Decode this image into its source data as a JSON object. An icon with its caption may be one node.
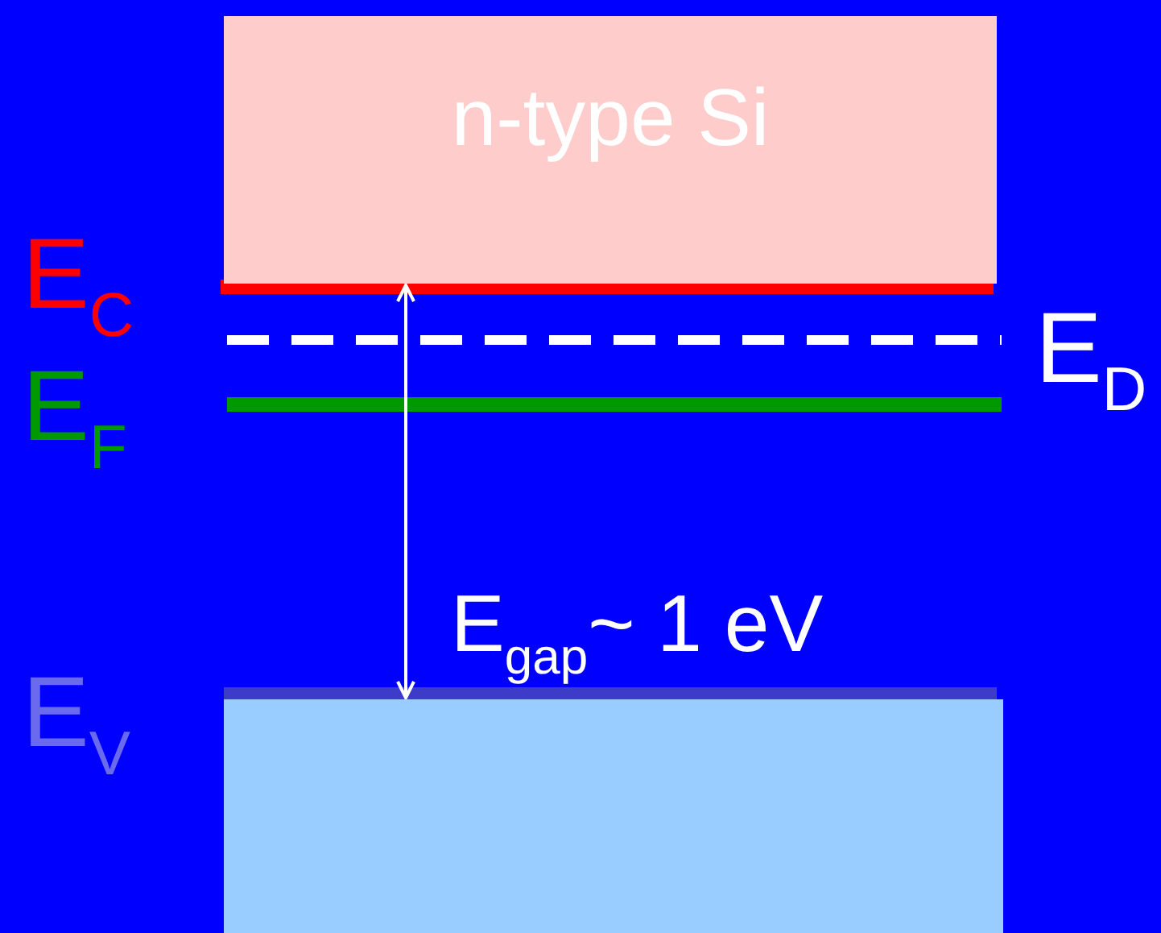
{
  "diagram": {
    "nodes": [
      {
        "text": [
          "n-type Si"
        ]
      },
      {
        "text": [],
        "shape": "box"
      }
    ],
    "edges": [
      {
        "from": 0,
        "to": 1,
        "arrow": "both"
      }
    ],
    "labels": [
      "E$_{C}$",
      "E$_{F}$",
      "E$_{D}$",
      "E$_{gap}$~ 1 eV",
      "E$_{V}$"
    ]
  }
}
